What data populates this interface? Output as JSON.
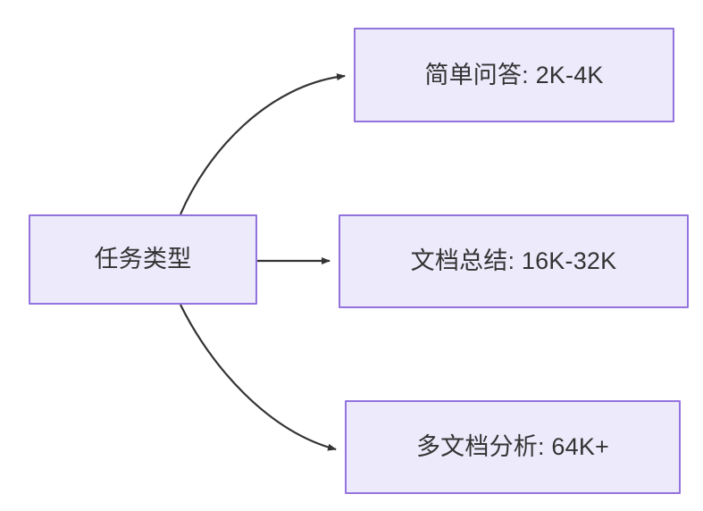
{
  "diagram": {
    "type": "flowchart",
    "direction": "left-to-right",
    "background_color": "#ffffff",
    "node_fill_color": "#ECEAFB",
    "node_border_color": "#9373DD",
    "text_color": "#333333",
    "edge_color": "#333333",
    "root": {
      "id": "root",
      "label": "任务类型"
    },
    "children": [
      {
        "id": "simple-qa",
        "label": "简单问答: 2K-4K",
        "edge_style": "curved",
        "arrow": "arrowhead-right"
      },
      {
        "id": "doc-summary",
        "label": "文档总结: 16K-32K",
        "edge_style": "straight",
        "arrow": "arrowhead-right"
      },
      {
        "id": "multi-doc",
        "label": "多文档分析: 64K+",
        "edge_style": "curved",
        "arrow": "arrowhead-right"
      }
    ]
  }
}
